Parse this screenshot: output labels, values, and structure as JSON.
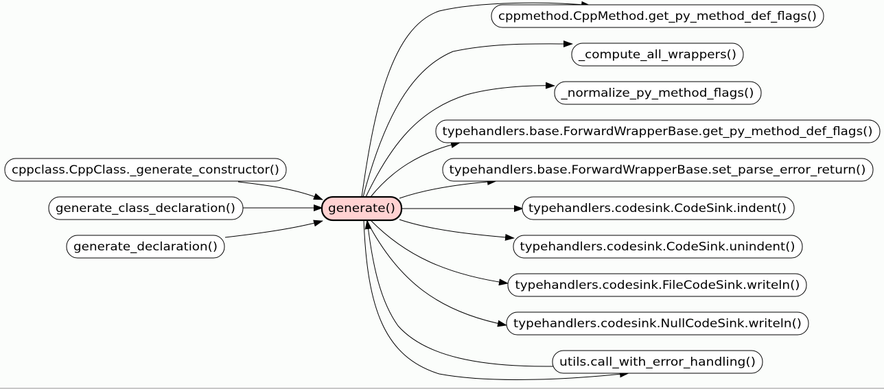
{
  "graph": {
    "focus": {
      "id": "generate",
      "label": "generate()"
    },
    "callers": [
      {
        "id": "cppclass_generate_constructor",
        "label": "cppclass.CppClass._generate_constructor()"
      },
      {
        "id": "generate_class_declaration",
        "label": "generate_class_declaration()"
      },
      {
        "id": "generate_declaration",
        "label": "generate_declaration()"
      }
    ],
    "callees": [
      {
        "id": "cppmethod_get_py_method_def_flags",
        "label": "cppmethod.CppMethod.get_py_method_def_flags()"
      },
      {
        "id": "compute_all_wrappers",
        "label": "_compute_all_wrappers()"
      },
      {
        "id": "normalize_py_method_flags",
        "label": "_normalize_py_method_flags()"
      },
      {
        "id": "fwb_get_py_method_def_flags",
        "label": "typehandlers.base.ForwardWrapperBase.get_py_method_def_flags()"
      },
      {
        "id": "fwb_set_parse_error_return",
        "label": "typehandlers.base.ForwardWrapperBase.set_parse_error_return()"
      },
      {
        "id": "codesink_indent",
        "label": "typehandlers.codesink.CodeSink.indent()"
      },
      {
        "id": "codesink_unindent",
        "label": "typehandlers.codesink.CodeSink.unindent()"
      },
      {
        "id": "filecodesink_writeln",
        "label": "typehandlers.codesink.FileCodeSink.writeln()"
      },
      {
        "id": "nullcodesink_writeln",
        "label": "typehandlers.codesink.NullCodeSink.writeln()"
      },
      {
        "id": "call_with_error_handling",
        "label": "utils.call_with_error_handling()"
      }
    ],
    "edges": [
      {
        "from": "cppclass_generate_constructor",
        "to": "generate"
      },
      {
        "from": "generate_class_declaration",
        "to": "generate"
      },
      {
        "from": "generate_declaration",
        "to": "generate"
      },
      {
        "from": "generate",
        "to": "cppmethod_get_py_method_def_flags"
      },
      {
        "from": "generate",
        "to": "compute_all_wrappers"
      },
      {
        "from": "generate",
        "to": "normalize_py_method_flags"
      },
      {
        "from": "generate",
        "to": "fwb_get_py_method_def_flags"
      },
      {
        "from": "generate",
        "to": "fwb_set_parse_error_return"
      },
      {
        "from": "generate",
        "to": "codesink_indent"
      },
      {
        "from": "generate",
        "to": "codesink_unindent"
      },
      {
        "from": "generate",
        "to": "filecodesink_writeln"
      },
      {
        "from": "generate",
        "to": "nullcodesink_writeln"
      },
      {
        "from": "generate",
        "to": "call_with_error_handling"
      },
      {
        "from": "call_with_error_handling",
        "to": "generate"
      }
    ]
  }
}
